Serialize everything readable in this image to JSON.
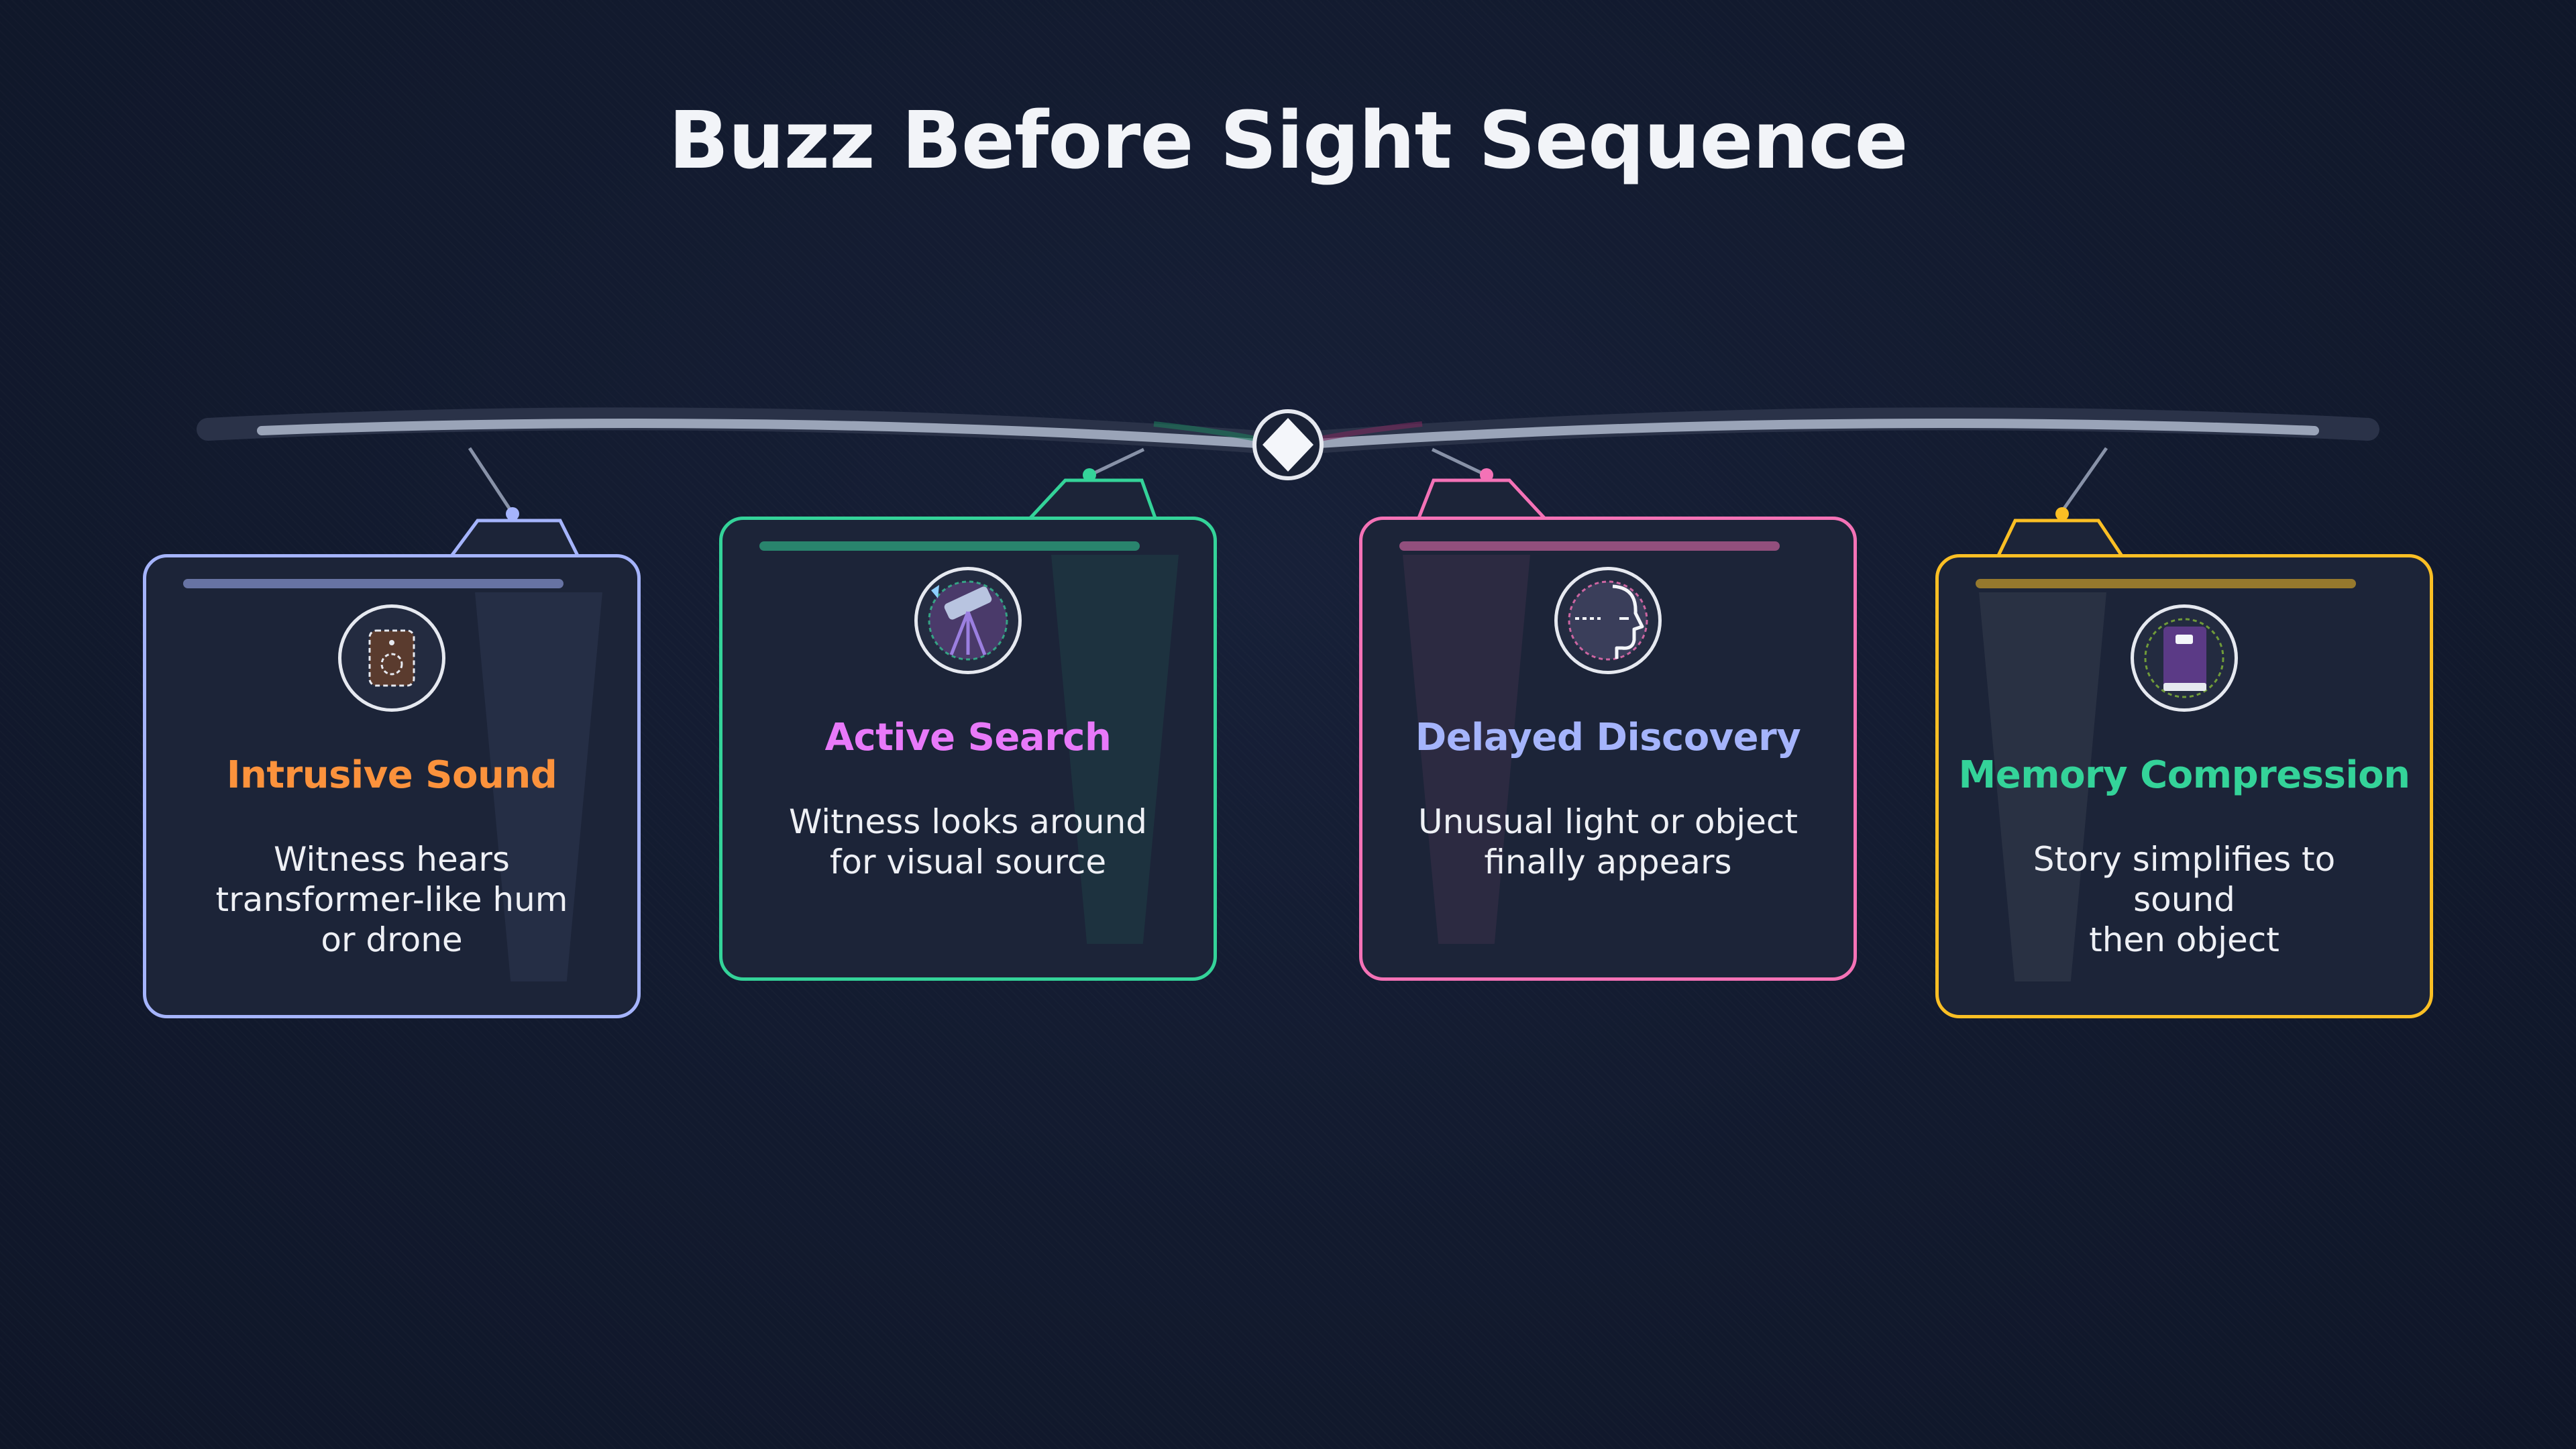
{
  "title": "Buzz Before Sight Sequence",
  "colors": {
    "card1": "#a5b4fc",
    "card2": "#34d399",
    "card3": "#f472b6",
    "card4": "#fbbf24"
  },
  "cards": [
    {
      "heading": "Intrusive Sound",
      "heading_color": "#fb923c",
      "body_lines": [
        "Witness hears",
        "transformer-like hum",
        "or drone"
      ],
      "icon": "speaker-icon"
    },
    {
      "heading": "Active Search",
      "heading_color": "#e879f9",
      "body_lines": [
        "Witness looks around",
        "for visual source"
      ],
      "icon": "telescope-icon"
    },
    {
      "heading": "Delayed Discovery",
      "heading_color": "#a5b4fc",
      "body_lines": [
        "Unusual light or object",
        "finally appears"
      ],
      "icon": "face-profile-icon"
    },
    {
      "heading": "Memory Compression",
      "heading_color": "#34d399",
      "body_lines": [
        "Story simplifies to sound",
        "then object"
      ],
      "icon": "book-icon"
    }
  ]
}
